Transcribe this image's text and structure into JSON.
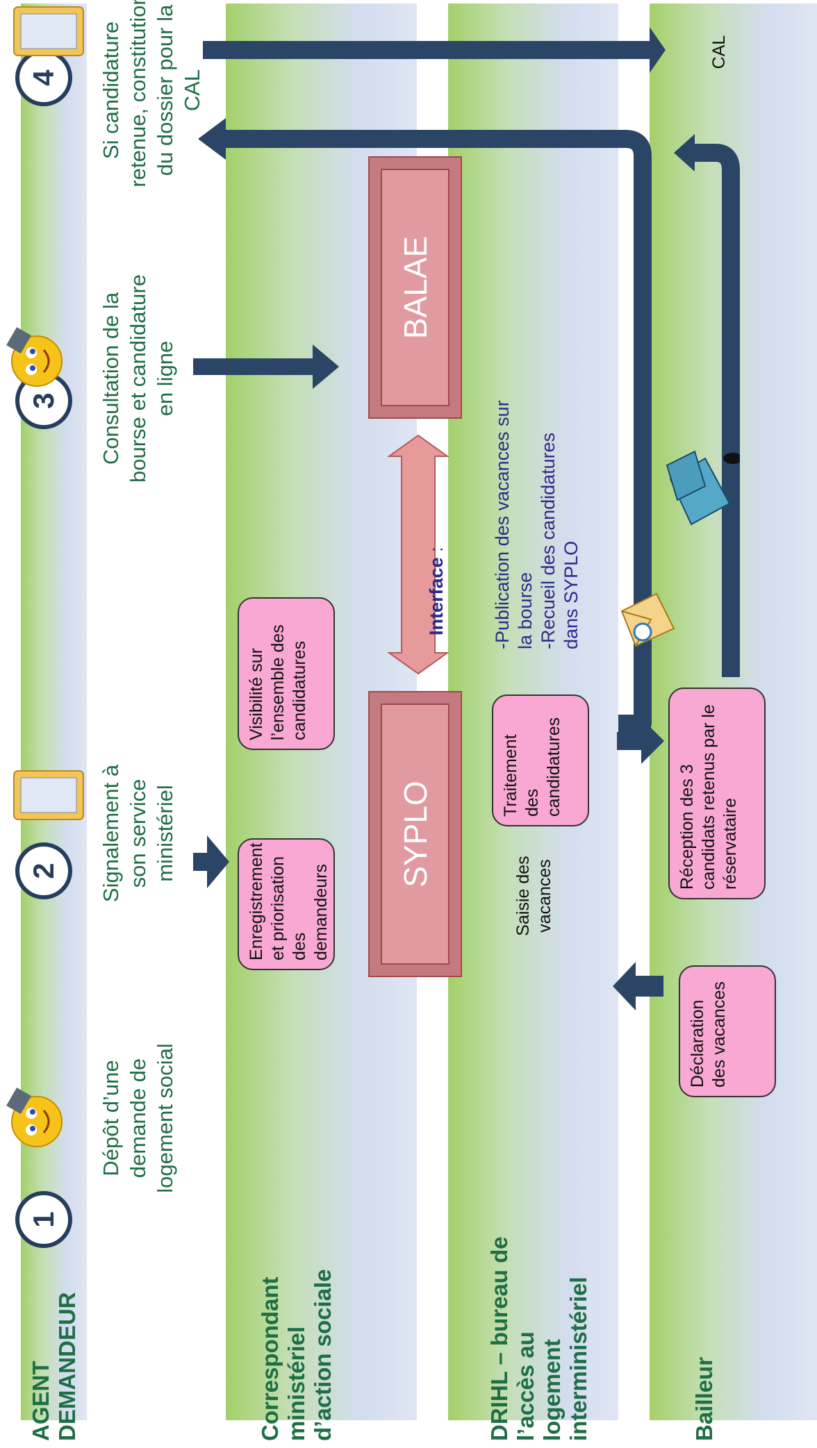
{
  "lanes": [
    {
      "title": "AGENT DEMANDEUR"
    },
    {
      "title": "Correspondant ministériel d’action sociale"
    },
    {
      "title": "DRIHL – bureau de l’accès au logement interministériel"
    },
    {
      "title": "Bailleur"
    }
  ],
  "steps": [
    {
      "number": "1",
      "text": "Dépôt d’une demande de logement social"
    },
    {
      "number": "2",
      "text": "Signalement à son service ministériel"
    },
    {
      "number": "3",
      "text": "Consultation de la bourse et candidature en ligne"
    },
    {
      "number": "4",
      "text": "Si candidature retenue, constitution du dossier pour la CAL"
    }
  ],
  "bubbles": {
    "enregistrement": "Enregistrement et priorisation des demandeurs",
    "visibilite": "Visibilité sur l’ensemble des candidatures",
    "traitement": "Traitement des candidatures",
    "reception": "Réception des 3 candidats retenus par le réservataire",
    "declaration": "Déclaration des vacances"
  },
  "systems": {
    "syplo": "SYPLO",
    "balae": "BALAE"
  },
  "interface": {
    "title": "Interface",
    "title_suffix": " :",
    "line1": "-Publication des vacances sur la bourse",
    "line2": "-Recueil des candidatures dans SYPLO"
  },
  "saisie": "Saisie des vacances",
  "cal": "CAL",
  "colors": {
    "arrow": "#2a4566",
    "lane_green": "#a4d06a",
    "lane_blue": "#dfe5f3",
    "bubble": "#f8a8d2",
    "system_box": "#e09aa0"
  }
}
